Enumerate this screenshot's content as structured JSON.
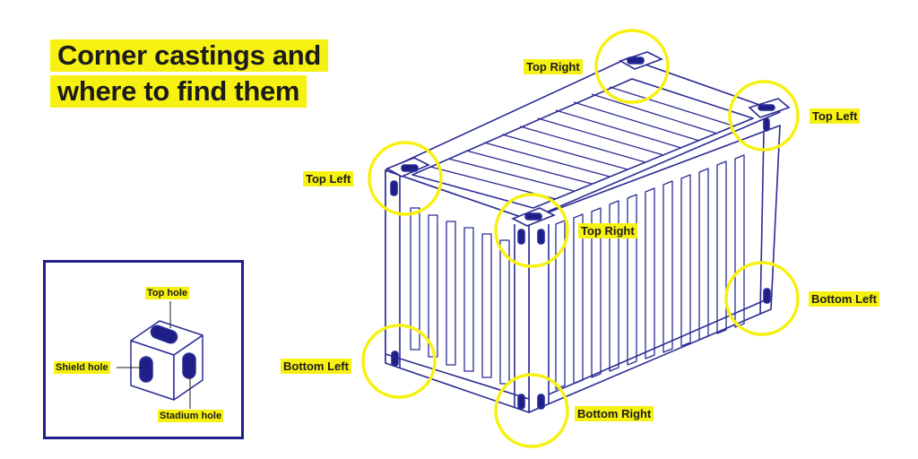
{
  "title": {
    "line1": "Corner castings and",
    "line2": "where to find them"
  },
  "colors": {
    "accent": "#f7f111",
    "line": "#2b2b96",
    "ink": "#1b1b1b"
  },
  "container_labels": {
    "top_right_rear": "Top Right",
    "top_left_rear": "Top Left",
    "top_left_front": "Top Left",
    "top_right_front": "Top Right",
    "bottom_left_rear": "Bottom Left",
    "bottom_left_front": "Bottom Left",
    "bottom_right_front": "Bottom Right"
  },
  "inset_labels": {
    "top_hole": "Top hole",
    "shield_hole": "Shield hole",
    "stadium_hole": "Stadium hole"
  }
}
